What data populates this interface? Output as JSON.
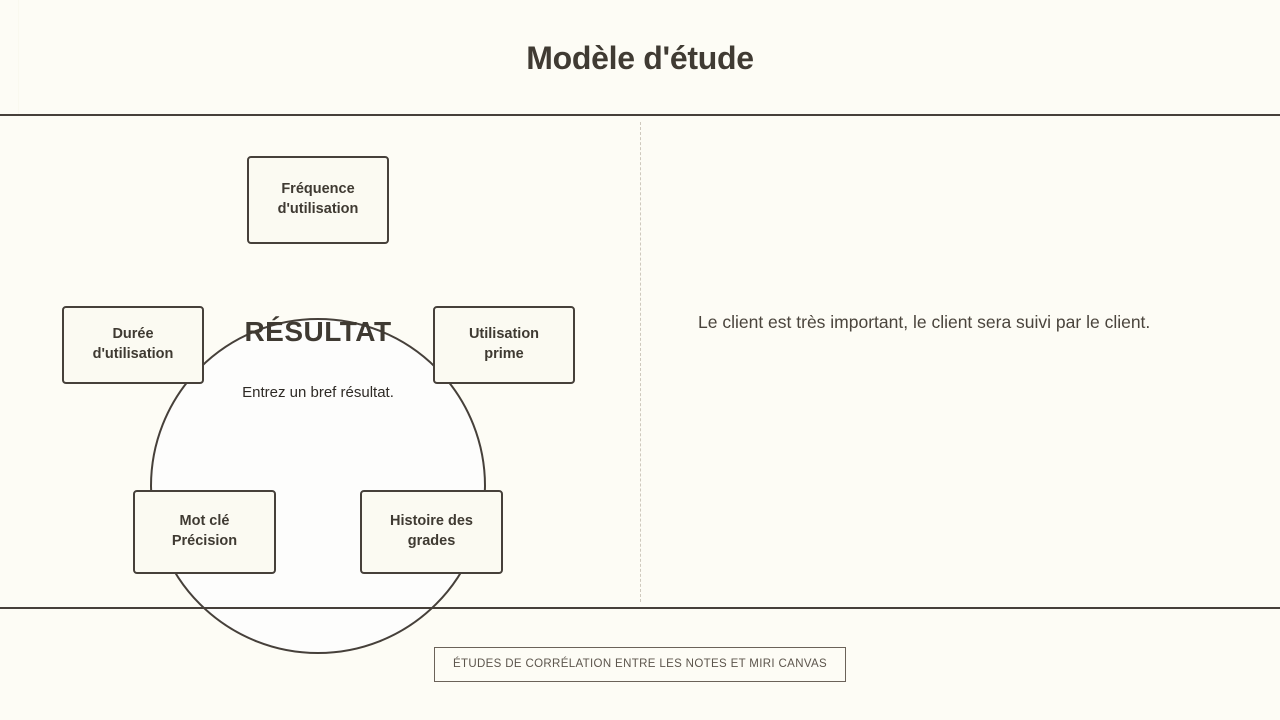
{
  "header": {
    "title": "Modèle d'étude"
  },
  "diagram": {
    "center_label": "RÉSULTAT",
    "center_sub": "Entrez un bref résultat.",
    "nodes": [
      {
        "id": "top",
        "label": "Fréquence\nd'utilisation"
      },
      {
        "id": "right",
        "label": "Utilisation\nprime"
      },
      {
        "id": "left",
        "label": "Durée\nd'utilisation"
      },
      {
        "id": "bottom-left",
        "label": "Mot clé\nPrécision"
      },
      {
        "id": "bottom-right",
        "label": "Histoire des\ngrades"
      }
    ]
  },
  "right_pane": {
    "body_text": "Le client est très important, le client sera suivi par le client."
  },
  "footer": {
    "chip_label": "ÉTUDES DE CORRÉLATION ENTRE LES NOTES ET MIRI CANVAS"
  },
  "colors": {
    "page_background": "#fdfcf5",
    "ink": "#46403a",
    "node_fill": "#fbfaf2",
    "circle_fill": "#fdfdfc",
    "divider_dashed": "#cfc9bd",
    "body_text": "#4a443c"
  }
}
